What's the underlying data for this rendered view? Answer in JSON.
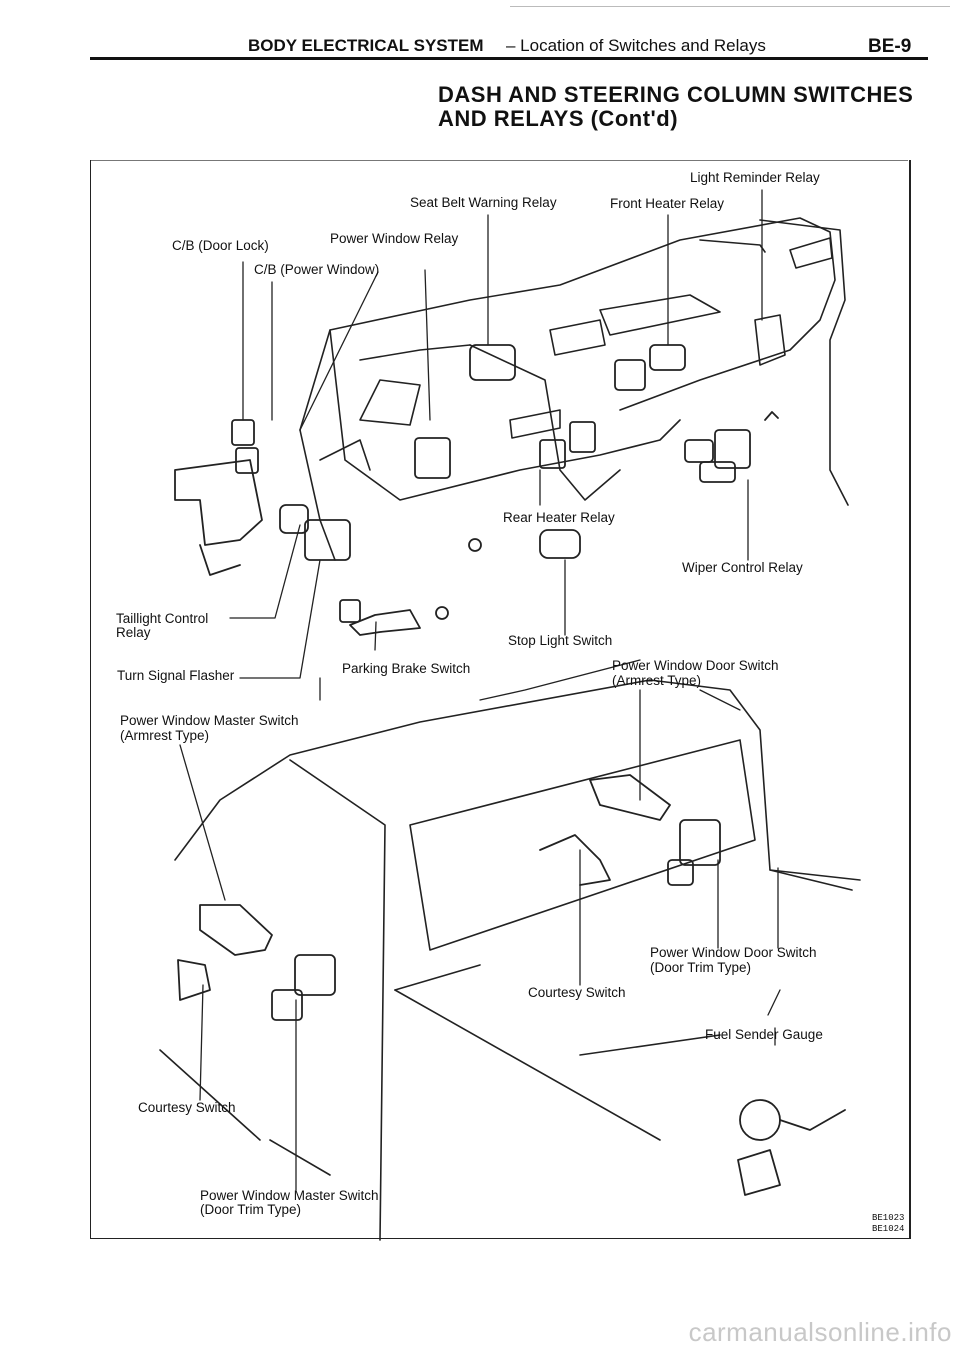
{
  "header": {
    "title": "BODY ELECTRICAL SYSTEM",
    "subtitle": "– Location of Switches and Relays",
    "page_number": "BE-9"
  },
  "heading": {
    "line1": "DASH AND STEERING COLUMN SWITCHES",
    "line2": "AND RELAYS (Cont'd)"
  },
  "labels": {
    "light_reminder_relay": "Light Reminder Relay",
    "seat_belt_warning_relay": "Seat Belt Warning Relay",
    "front_heater_relay": "Front Heater Relay",
    "cb_door_lock": "C/B (Door Lock)",
    "power_window_relay": "Power Window Relay",
    "cb_power_window": "C/B (Power Window)",
    "rear_heater_relay": "Rear Heater Relay",
    "wiper_control_relay": "Wiper Control Relay",
    "taillight_control_relay_1": "Taillight Control",
    "taillight_control_relay_2": "Relay",
    "stop_light_switch": "Stop Light Switch",
    "turn_signal_flasher": "Turn Signal Flasher",
    "parking_brake_switch": "Parking Brake Switch",
    "pw_door_switch_armrest_1": "Power Window Door Switch",
    "pw_door_switch_armrest_2": "(Armrest Type)",
    "pw_master_switch_armrest_1": "Power Window Master Switch",
    "pw_master_switch_armrest_2": "(Armrest Type)",
    "pw_door_switch_doortrim_1": "Power Window Door Switch",
    "pw_door_switch_doortrim_2": "(Door Trim Type)",
    "courtesy_switch_right": "Courtesy Switch",
    "fuel_sender_gauge": "Fuel Sender Gauge",
    "courtesy_switch_left": "Courtesy Switch",
    "pw_master_switch_doortrim_1": "Power Window Master Switch",
    "pw_master_switch_doortrim_2": "(Door Trim Type)"
  },
  "figure_codes": [
    "BE1023",
    "BE1024"
  ],
  "watermark": "carmanualsonline.info"
}
